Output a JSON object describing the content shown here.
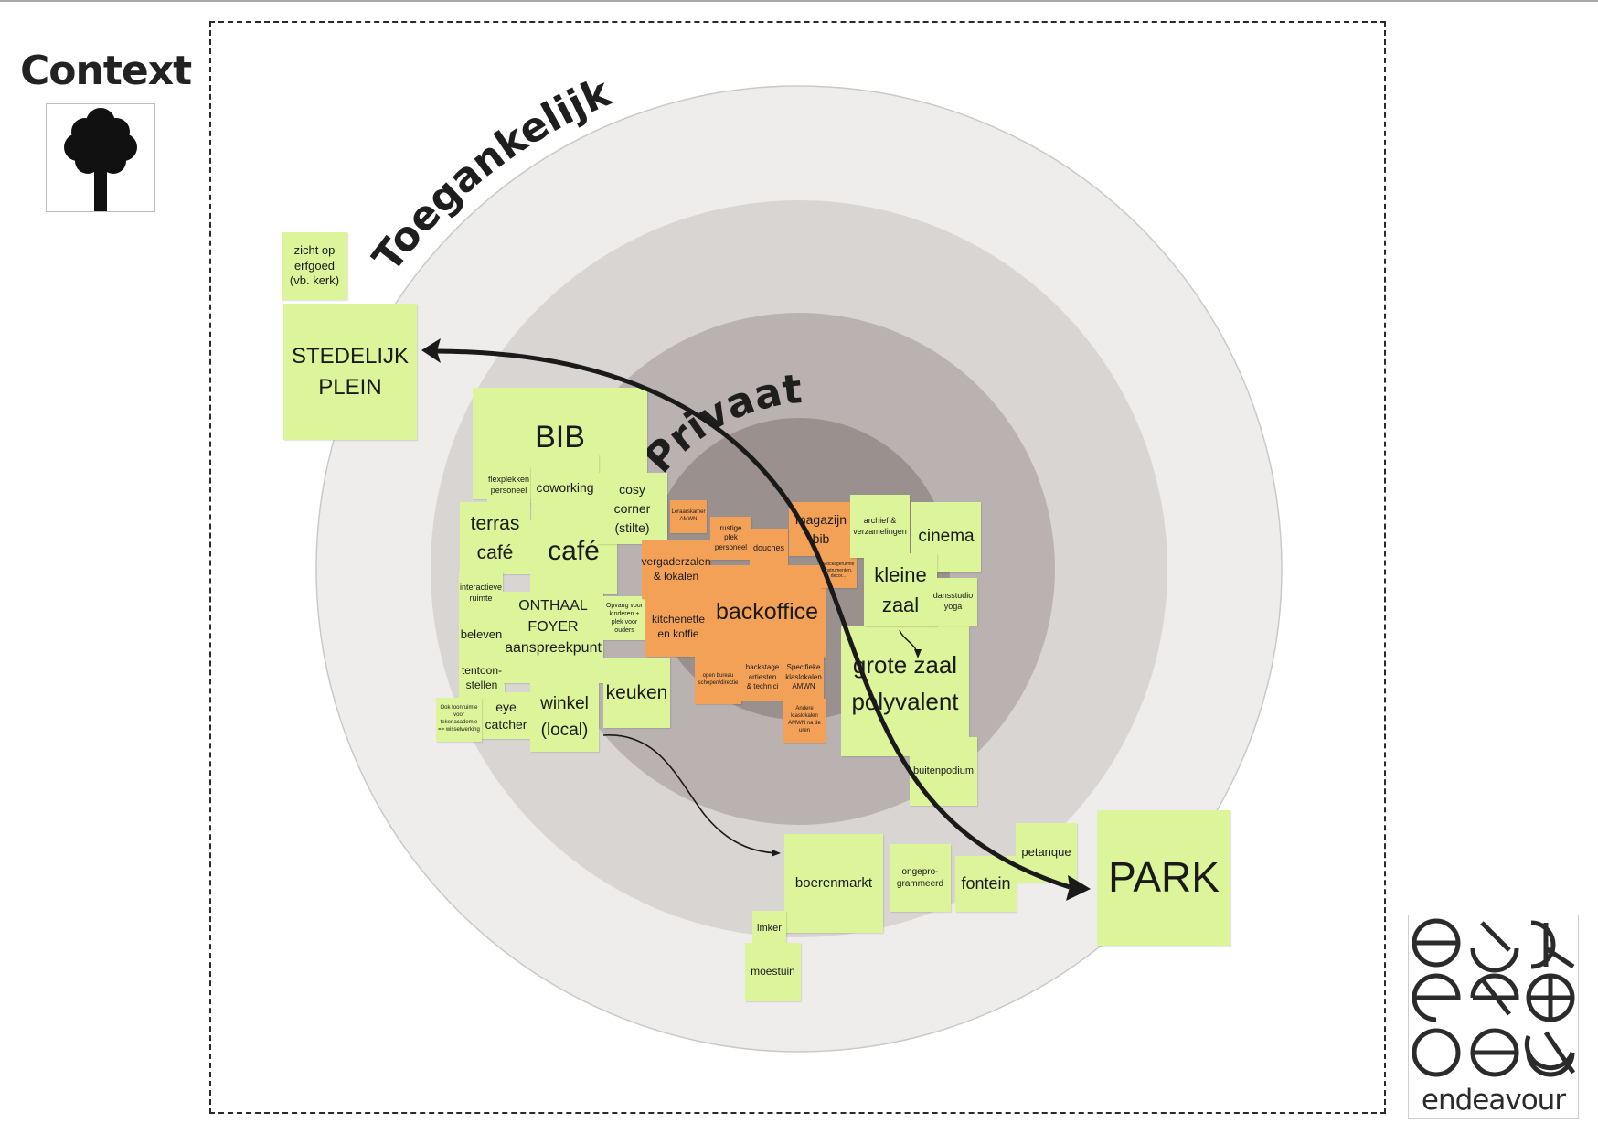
{
  "header": {
    "title": "Context",
    "icon": "tree-icon"
  },
  "rings": {
    "colors": [
      "#eeedec",
      "#d9d5d3",
      "#b9b2b0",
      "#9a918e"
    ],
    "outer_label": "Toegankelijk",
    "inner_label": "Privaat"
  },
  "notes": {
    "zicht": "zicht op\nerfgoed\n(vb. kerk)",
    "stedelijk_plein": "STEDELIJK\nPLEIN",
    "bib": "BIB",
    "flexplekken": "flexplekken\npersoneel",
    "coworking": "coworking",
    "cosy_corner": "cosy\ncorner\n(stilte)",
    "terras_cafe": "terras\ncafé",
    "cafe": "café",
    "interactieve_ruimte": "interactieve\nruimte",
    "onthaal": "ONTHAAL\nFOYER\naanspreekpunt",
    "opvang": "Opvang voor\nkinderen +\nplek voor\nouders",
    "beleven": "beleven",
    "tentoonstellen": "tentoon-\nstellen",
    "toonruimte": "Ook toonruimte\nvoor\ntekenacademie\n=> wisselwerking",
    "eye_catcher": "eye\ncatcher",
    "winkel": "winkel\n(local)",
    "keuken": "keuken",
    "leraarskamer": "Leraarskamer\nAMWN",
    "vergaderzalen": "vergaderzalen\n& lokalen",
    "rustige_plek": "rustige\nplek\npersoneel",
    "douches": "douches",
    "magazijn": "magazijn\nbib",
    "stockage": "Stockageruimte\ninstrumenten,\ndecor...",
    "kitchenette": "kitchenette\nen koffie",
    "backoffice": "backoffice",
    "open_bureau": "open bureau\nschepen/directie",
    "backstage": "backstage\nartiesten\n& technici",
    "specifieke": "Specifieke\nklaslokalen\nAMWN",
    "andere": "Andere\nklaslokalen\nAMWN na de\nuren",
    "archief": "archief &\nverzamelingen",
    "cinema": "cinema",
    "kleine_zaal": "kleine\nzaal",
    "dansstudio": "dansstudio\nyoga",
    "grote_zaal": "grote zaal\npolyvalent",
    "buitenpodium": "buitenpodium",
    "boerenmarkt": "boerenmarkt",
    "imker": "imker",
    "moestuin": "moestuin",
    "ongeprogrammeerd": "ongepro-\ngrammeerd",
    "fontein": "fontein",
    "petanque": "petanque",
    "park": "PARK"
  },
  "colors": {
    "green_note": "#dcf49a",
    "orange_note": "#f3a157",
    "arrow": "#1a1a1a"
  },
  "logo": {
    "word": "endeavour"
  }
}
